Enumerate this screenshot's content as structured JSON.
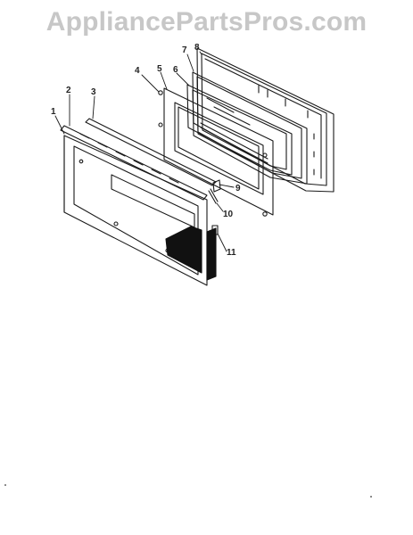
{
  "watermark": "AppliancePartsPros.com",
  "colors": {
    "line": "#1a1a1a",
    "watermark": "#c7c7c7",
    "background": "#ffffff"
  },
  "callouts": [
    {
      "id": "1",
      "label": "1"
    },
    {
      "id": "2",
      "label": "2"
    },
    {
      "id": "3",
      "label": "3"
    },
    {
      "id": "4",
      "label": "4"
    },
    {
      "id": "5",
      "label": "5"
    },
    {
      "id": "6",
      "label": "6"
    },
    {
      "id": "7",
      "label": "7"
    },
    {
      "id": "8",
      "label": "8"
    },
    {
      "id": "9",
      "label": "9"
    },
    {
      "id": "10",
      "label": "10"
    },
    {
      "id": "11",
      "label": "11"
    }
  ]
}
